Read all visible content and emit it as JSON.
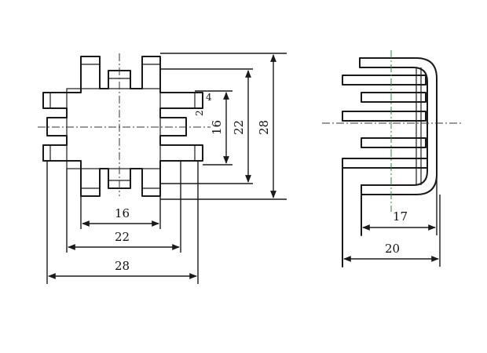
{
  "front_view": {
    "width_dims": [
      "16",
      "22",
      "28"
    ],
    "height_dims": [
      "28",
      "22",
      "16"
    ],
    "small_dims": [
      "4",
      "2"
    ]
  },
  "side_view": {
    "dims": [
      "17",
      "20"
    ]
  },
  "colors": {
    "ink": "#1a1a1a",
    "green_accent": "#2a8a3a"
  }
}
